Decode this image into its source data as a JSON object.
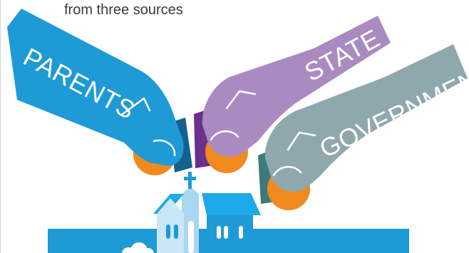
{
  "subtitle": "from three sources",
  "hands": [
    {
      "label": "PARENTS",
      "color": "#1e9ad6",
      "cuff_color": "#14608f"
    },
    {
      "label": "STATE",
      "color": "#a98bc2",
      "cuff_color": "#6b2f8c"
    },
    {
      "label": "GOVERNMENT",
      "color": "#8fa8ad",
      "cuff_color": "#3b7b7b"
    }
  ],
  "coin_color": "#f08a1e",
  "school_color": "#1e9ad6",
  "icons": [
    "parents-hand-icon",
    "state-hand-icon",
    "government-hand-icon",
    "coin-icon",
    "school-building-icon",
    "cross-icon",
    "cloud-icon"
  ]
}
